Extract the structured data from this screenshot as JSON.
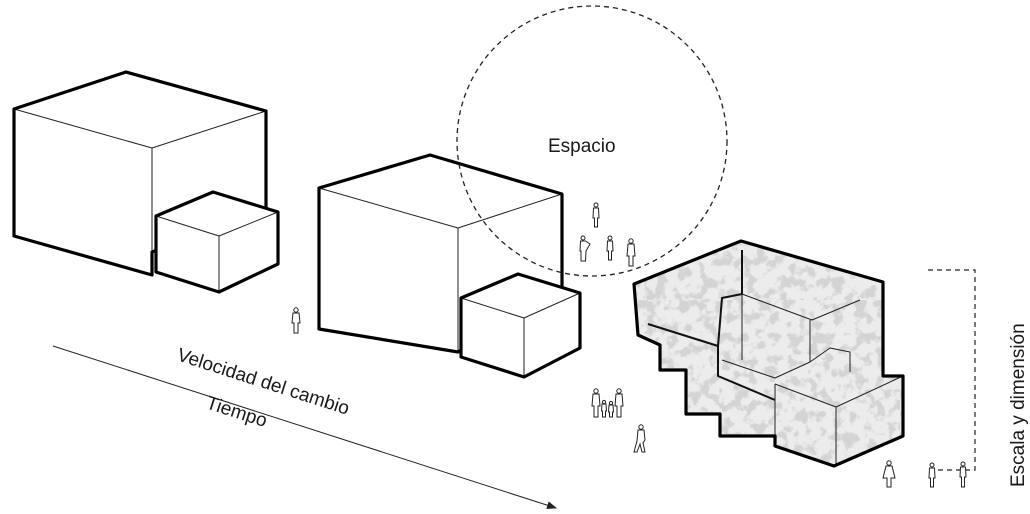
{
  "labels": {
    "space": "Espacio",
    "speed": "Velocidad del cambio",
    "time": "Tiempo",
    "scale": "Escala y dimensión"
  },
  "colors": {
    "line": "#111111",
    "stone_light": "#e6e6e6",
    "stone_dark": "#a9a9a9",
    "background": "#ffffff"
  }
}
